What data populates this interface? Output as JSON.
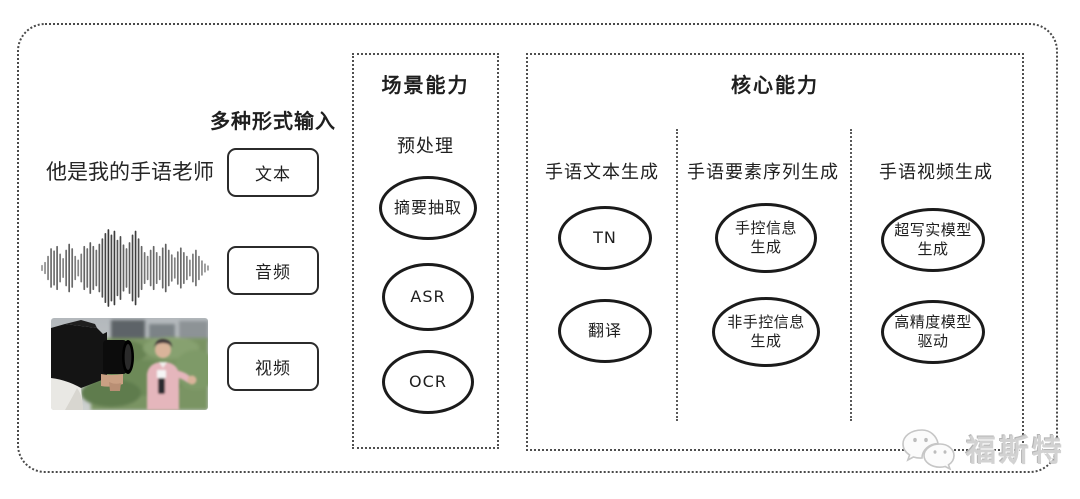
{
  "figure": {
    "input": {
      "label": "多种形式输入",
      "text_sample": "他是我的手语老师",
      "modes": [
        {
          "label": "文本"
        },
        {
          "label": "音频"
        },
        {
          "label": "视频"
        }
      ]
    },
    "scene": {
      "title": "场景能力",
      "stage_label": "预处理",
      "ovals": [
        {
          "label": "摘要抽取"
        },
        {
          "label": "ASR"
        },
        {
          "label": "OCR"
        }
      ]
    },
    "core": {
      "title": "核心能力",
      "columns": [
        {
          "header": "手语文本生成",
          "ovals": [
            {
              "lines": [
                "TN"
              ]
            },
            {
              "lines": [
                "翻译"
              ]
            }
          ]
        },
        {
          "header": "手语要素序列生成",
          "ovals": [
            {
              "lines": [
                "手控信息",
                "生成"
              ]
            },
            {
              "lines": [
                "非手控信息",
                "生成"
              ]
            }
          ]
        },
        {
          "header": "手语视频生成",
          "ovals": [
            {
              "lines": [
                "超写实模型",
                "生成"
              ]
            },
            {
              "lines": [
                "高精度模型",
                "驱动"
              ]
            }
          ]
        }
      ]
    },
    "watermark": {
      "logo": "wechat-logo",
      "text": "福斯特"
    },
    "waveform": [
      0.06,
      0.14,
      0.3,
      0.5,
      0.44,
      0.56,
      0.36,
      0.24,
      0.46,
      0.62,
      0.5,
      0.3,
      0.2,
      0.36,
      0.56,
      0.5,
      0.66,
      0.56,
      0.46,
      0.62,
      0.76,
      0.9,
      1.0,
      0.86,
      0.96,
      0.72,
      0.82,
      0.6,
      0.5,
      0.66,
      0.86,
      0.96,
      0.76,
      0.56,
      0.4,
      0.3,
      0.46,
      0.56,
      0.4,
      0.3,
      0.52,
      0.62,
      0.46,
      0.34,
      0.26,
      0.42,
      0.52,
      0.4,
      0.3,
      0.2,
      0.36,
      0.46,
      0.3,
      0.18,
      0.1,
      0.05
    ],
    "colors": {
      "frame_border": "#4a4a4a",
      "oval_border": "#1b1b1b",
      "text": "#1f1f1f",
      "waveform": "#3a3a3a",
      "watermark_gray": "#c9c9c9"
    }
  }
}
